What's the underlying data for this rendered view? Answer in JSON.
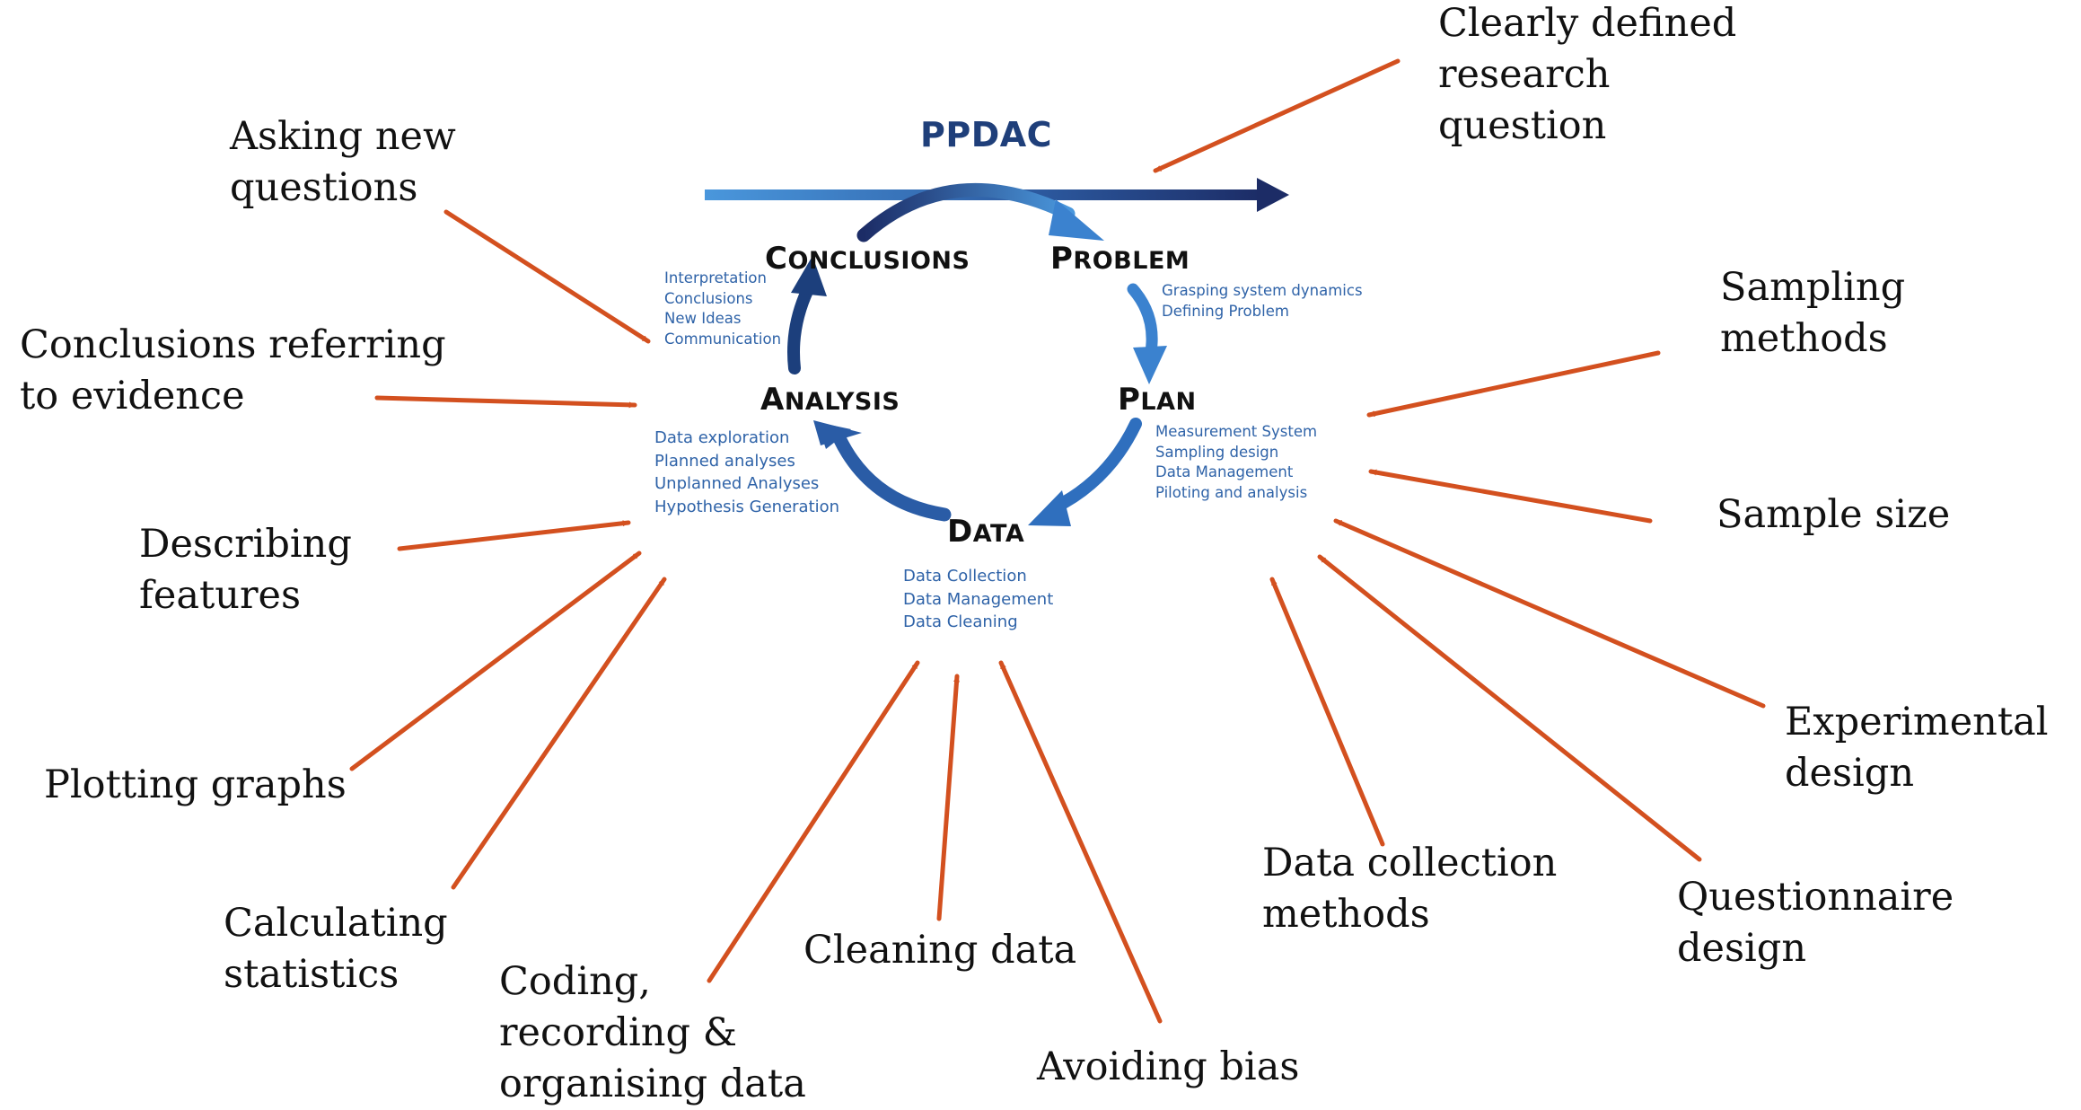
{
  "title": "PPDAC",
  "colors": {
    "arrow": "#d3501f",
    "cycle_dark": "#1c3f7c",
    "cycle_light": "#3b82cf",
    "subtext": "#2f63a8"
  },
  "stages": {
    "problem": {
      "cap": "P",
      "rest": "roblem",
      "items": [
        "Grasping system dynamics",
        "Defining Problem"
      ]
    },
    "plan": {
      "cap": "P",
      "rest": "lan",
      "items": [
        "Measurement System",
        "Sampling design",
        "Data Management",
        "Piloting and analysis"
      ]
    },
    "data": {
      "cap": "D",
      "rest": "ata",
      "items": [
        "Data Collection",
        "Data Management",
        "Data Cleaning"
      ]
    },
    "analysis": {
      "cap": "A",
      "rest": "nalysis",
      "items": [
        "Data exploration",
        "Planned analyses",
        "Unplanned Analyses",
        "Hypothesis Generation"
      ]
    },
    "conclusions": {
      "cap": "C",
      "rest": "onclusions",
      "items": [
        "Interpretation",
        "Conclusions",
        "New Ideas",
        "Communication"
      ]
    }
  },
  "callouts": {
    "clearly_defined": "Clearly defined\nresearch\nquestion",
    "asking_new_questions": "Asking new\nquestions",
    "conclusions_referring": "Conclusions referring\nto evidence",
    "describing_features": "Describing\nfeatures",
    "plotting_graphs": "Plotting graphs",
    "calculating_statistics": "Calculating\nstatistics",
    "coding_recording": "Coding,\nrecording &\norganising data",
    "cleaning_data": "Cleaning data",
    "avoiding_bias": "Avoiding bias",
    "data_collection_methods": "Data collection\nmethods",
    "questionnaire_design": "Questionnaire\ndesign",
    "experimental_design": "Experimental\ndesign",
    "sample_size": "Sample size",
    "sampling_methods": "Sampling\nmethods"
  }
}
